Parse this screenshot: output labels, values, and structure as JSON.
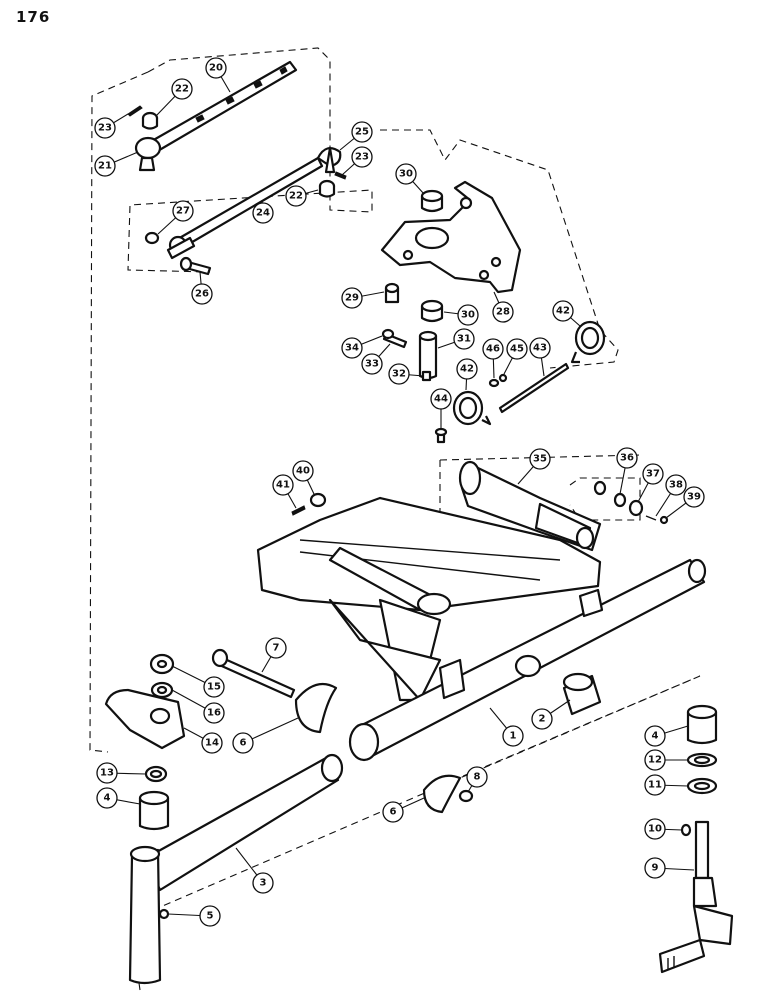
{
  "page": {
    "number": "176"
  },
  "callouts": [
    {
      "label": "20"
    },
    {
      "label": "22"
    },
    {
      "label": "23"
    },
    {
      "label": "21"
    },
    {
      "label": "25"
    },
    {
      "label": "23"
    },
    {
      "label": "27"
    },
    {
      "label": "24"
    },
    {
      "label": "22"
    },
    {
      "label": "26"
    },
    {
      "label": "30"
    },
    {
      "label": "28"
    },
    {
      "label": "29"
    },
    {
      "label": "30"
    },
    {
      "label": "42"
    },
    {
      "label": "34"
    },
    {
      "label": "33"
    },
    {
      "label": "31"
    },
    {
      "label": "32"
    },
    {
      "label": "46"
    },
    {
      "label": "45"
    },
    {
      "label": "43"
    },
    {
      "label": "42"
    },
    {
      "label": "44"
    },
    {
      "label": "35"
    },
    {
      "label": "36"
    },
    {
      "label": "37"
    },
    {
      "label": "38"
    },
    {
      "label": "39"
    },
    {
      "label": "40"
    },
    {
      "label": "41"
    },
    {
      "label": "7"
    },
    {
      "label": "15"
    },
    {
      "label": "16"
    },
    {
      "label": "14"
    },
    {
      "label": "6"
    },
    {
      "label": "1"
    },
    {
      "label": "2"
    },
    {
      "label": "13"
    },
    {
      "label": "4"
    },
    {
      "label": "6"
    },
    {
      "label": "8"
    },
    {
      "label": "3"
    },
    {
      "label": "5"
    },
    {
      "label": "4"
    },
    {
      "label": "12"
    },
    {
      "label": "11"
    },
    {
      "label": "10"
    },
    {
      "label": "9"
    }
  ]
}
